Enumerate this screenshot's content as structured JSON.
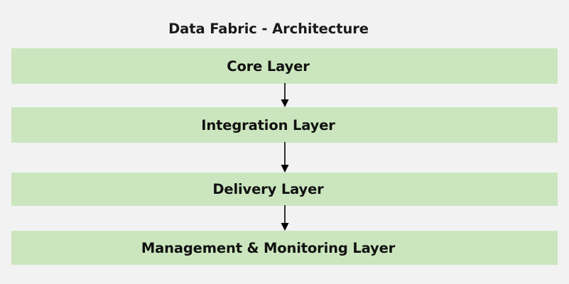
{
  "diagram": {
    "title": "Data Fabric - Architecture",
    "background_color": "#f2f2f2",
    "box_color": "#cbe6be",
    "text_color": "#111111",
    "arrow_color": "#000000",
    "layers": [
      {
        "label": "Core Layer"
      },
      {
        "label": "Integration Layer"
      },
      {
        "label": "Delivery Layer"
      },
      {
        "label": "Management & Monitoring Layer"
      }
    ],
    "connectors": [
      {
        "icon": "arrow-down-icon",
        "from": "Core Layer",
        "to": "Integration Layer"
      },
      {
        "icon": "arrow-down-icon",
        "from": "Integration Layer",
        "to": "Delivery Layer"
      },
      {
        "icon": "arrow-down-icon",
        "from": "Delivery Layer",
        "to": "Management & Monitoring Layer"
      }
    ]
  }
}
